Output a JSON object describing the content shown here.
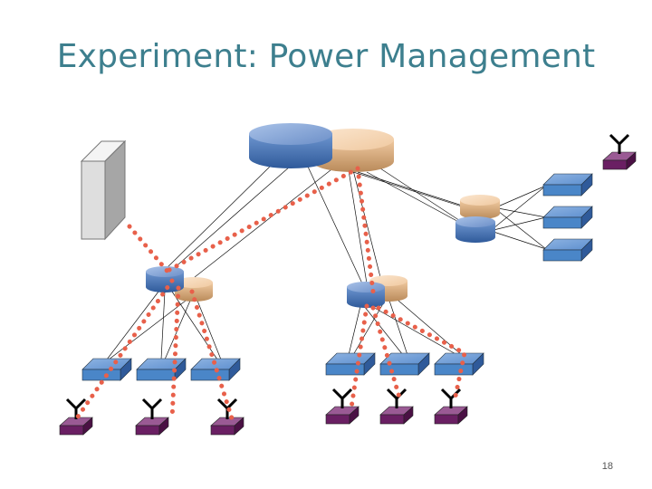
{
  "slide": {
    "title": "Experiment: Power Management",
    "page_number": "18"
  },
  "colors": {
    "title": "#3d7f8e",
    "router_blue": "#4f78b8",
    "router_tan": "#e8b98a",
    "switch_blue": "#4a86c8",
    "access_point_purple": "#6a1f63",
    "traffic_path": "#e8604a",
    "server_gray": "#d9d9d9"
  },
  "diagram": {
    "nodes": [
      {
        "name": "server",
        "kind": "server-tower"
      },
      {
        "name": "core-router-pair",
        "kind": "router-pair"
      },
      {
        "name": "distribution-router-right",
        "kind": "router-pair"
      },
      {
        "name": "aggregation-router-left",
        "kind": "router-pair"
      },
      {
        "name": "aggregation-router-center",
        "kind": "router-pair"
      },
      {
        "name": "edge-switches",
        "count": 9,
        "kind": "switch"
      },
      {
        "name": "access-points",
        "count": 7,
        "kind": "wireless-access-point"
      }
    ],
    "active_path": "dotted-orange"
  }
}
